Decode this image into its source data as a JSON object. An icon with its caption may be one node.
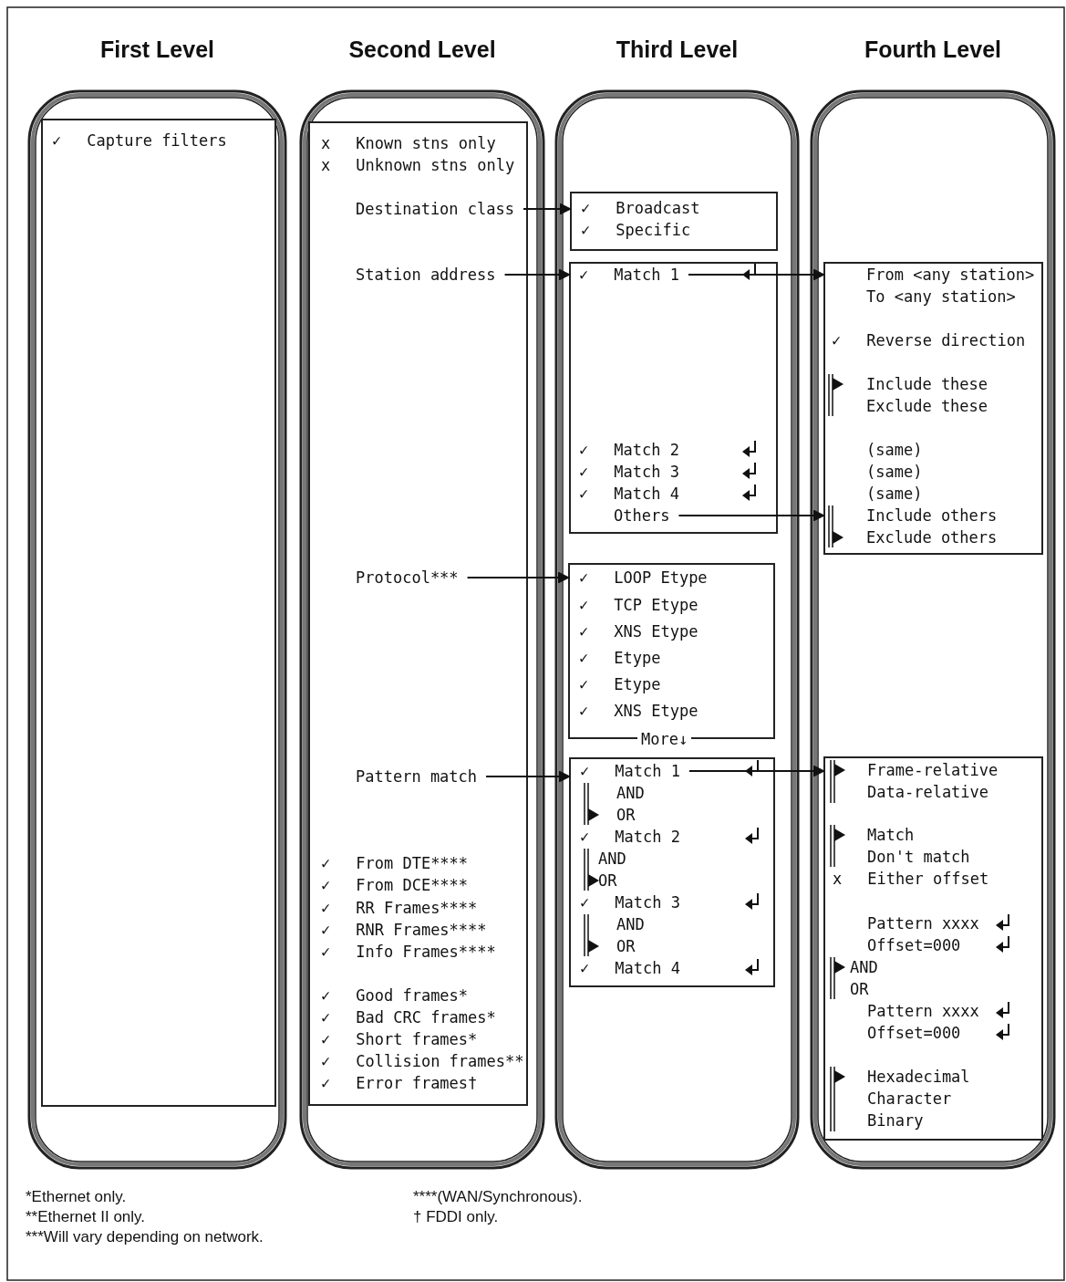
{
  "diagram": {
    "nodes": [
      {
        "text": [
          "First Level"
        ]
      },
      {
        "text": [
          "✓ Capture filters"
        ],
        "in": 0
      },
      {
        "text": [
          "Second Level"
        ]
      },
      {
        "text": [
          "x Known stns only",
          "x Unknown stns only",
          "✓ From DTE****",
          "✓ From DCE****",
          "✓ RR Frames****",
          "✓ RNR Frames****",
          "✓ Info Frames****",
          "✓ Good frames*",
          "✓ Bad CRC frames*",
          "✓ Short frames*",
          "✓ Collision frames**",
          "✓ Error frames†"
        ],
        "in": 2
      },
      {
        "text": [
          "Destination class"
        ],
        "in": 3
      },
      {
        "text": [
          "Station address"
        ],
        "in": 3
      },
      {
        "text": [
          "Protocol***"
        ],
        "in": 3
      },
      {
        "text": [
          "Pattern match"
        ],
        "in": 3
      },
      {
        "text": [
          "Third Level"
        ]
      },
      {
        "text": [
          "✓ Broadcast",
          "✓ Specific"
        ],
        "in": 8
      },
      {
        "text": [
          "✓ Match 2",
          "✓ Match 3",
          "✓ Match 4"
        ],
        "in": 8
      },
      {
        "text": [
          "✓ Match 1"
        ],
        "in": 10
      },
      {
        "text": [
          "Others"
        ],
        "in": 10
      },
      {
        "text": [
          "✓ LOOP Etype",
          "✓ TCP Etype",
          "✓ XNS Etype",
          "✓ Etype",
          "✓ Etype",
          "✓ XNS Etype",
          "More↓"
        ],
        "in": 8
      },
      {
        "text": [
          "AND",
          "OR",
          "✓ Match 2",
          "AND",
          "OR",
          "✓ Match 3",
          "AND",
          "OR",
          "✓ Match 4"
        ],
        "in": 8
      },
      {
        "text": [
          "✓ Match 1"
        ],
        "in": 14
      },
      {
        "text": [
          "Fourth Level"
        ]
      },
      {
        "text": [
          "From <any station>",
          "To <any station>",
          "✓ Reverse direction",
          "Include these",
          "Exclude these",
          "(same)",
          "(same)",
          "(same)",
          "Include others",
          "Exclude others"
        ],
        "in": 16
      },
      {
        "text": [
          "Frame-relative",
          "Data-relative",
          "Match",
          "Don't match",
          "x Either offset",
          "Pattern xxxx",
          "Offset=000",
          "AND",
          "OR",
          "Pattern xxxx",
          "Offset=000",
          "Hexadecimal",
          "Character",
          "Binary"
        ],
        "in": 16
      }
    ],
    "edges": [
      {
        "from": 4,
        "to": 9,
        "arrow": "to"
      },
      {
        "from": 5,
        "to": 10,
        "arrow": "to"
      },
      {
        "from": 6,
        "to": 13,
        "arrow": "to"
      },
      {
        "from": 7,
        "to": 14,
        "arrow": "to"
      },
      {
        "from": 11,
        "to": 17,
        "arrow": "to"
      },
      {
        "from": 12,
        "to": 17,
        "arrow": "to"
      },
      {
        "from": 15,
        "to": 18,
        "arrow": "to"
      }
    ],
    "labels": [
      "*Ethernet only.",
      "**Ethernet II only.",
      "***Will vary depending on network.",
      "****(WAN/Synchronous).",
      "† FDDI only."
    ]
  }
}
